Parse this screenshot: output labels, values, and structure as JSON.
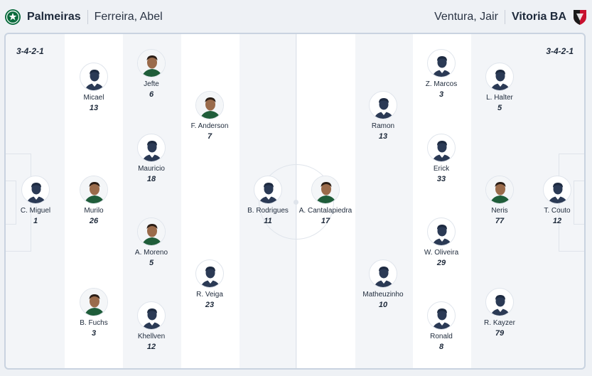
{
  "header": {
    "home": {
      "club": "Palmeiras",
      "coach": "Ferreira, Abel",
      "logo_icon": "palmeiras-crest-icon"
    },
    "away": {
      "club": "Vitoria BA",
      "coach": "Ventura, Jair",
      "logo_icon": "vitoria-crest-icon"
    }
  },
  "formations": {
    "home": "3-4-2-1",
    "away": "3-4-2-1"
  },
  "colors": {
    "home_primary": "#0a6b3d",
    "away_primary": "#c8102e",
    "text": "#1e2a3b",
    "stripe_light": "#ffffff",
    "stripe_gray": "#f3f5f8"
  },
  "players": [
    {
      "name": "C. Miguel",
      "number": "1",
      "avatar": "silhouette"
    },
    {
      "name": "Micael",
      "number": "13",
      "avatar": "silhouette"
    },
    {
      "name": "Murilo",
      "number": "26",
      "avatar": "photo"
    },
    {
      "name": "B. Fuchs",
      "number": "3",
      "avatar": "photo"
    },
    {
      "name": "Jefte",
      "number": "6",
      "avatar": "photo"
    },
    {
      "name": "Mauricio",
      "number": "18",
      "avatar": "silhouette"
    },
    {
      "name": "A. Moreno",
      "number": "5",
      "avatar": "photo"
    },
    {
      "name": "Khellven",
      "number": "12",
      "avatar": "silhouette"
    },
    {
      "name": "F. Anderson",
      "number": "7",
      "avatar": "photo"
    },
    {
      "name": "R. Veiga",
      "number": "23",
      "avatar": "silhouette"
    },
    {
      "name": "B. Rodrigues",
      "number": "11",
      "avatar": "silhouette"
    },
    {
      "name": "A. Cantalapiedra",
      "number": "17",
      "avatar": "photo"
    },
    {
      "name": "Ramon",
      "number": "13",
      "avatar": "silhouette"
    },
    {
      "name": "Matheuzinho",
      "number": "10",
      "avatar": "silhouette"
    },
    {
      "name": "Z. Marcos",
      "number": "3",
      "avatar": "silhouette"
    },
    {
      "name": "Erick",
      "number": "33",
      "avatar": "silhouette"
    },
    {
      "name": "W. Oliveira",
      "number": "29",
      "avatar": "silhouette"
    },
    {
      "name": "Ronald",
      "number": "8",
      "avatar": "silhouette"
    },
    {
      "name": "L. Halter",
      "number": "5",
      "avatar": "silhouette"
    },
    {
      "name": "Neris",
      "number": "77",
      "avatar": "photo"
    },
    {
      "name": "R. Kayzer",
      "number": "79",
      "avatar": "silhouette"
    },
    {
      "name": "T. Couto",
      "number": "12",
      "avatar": "silhouette"
    }
  ]
}
